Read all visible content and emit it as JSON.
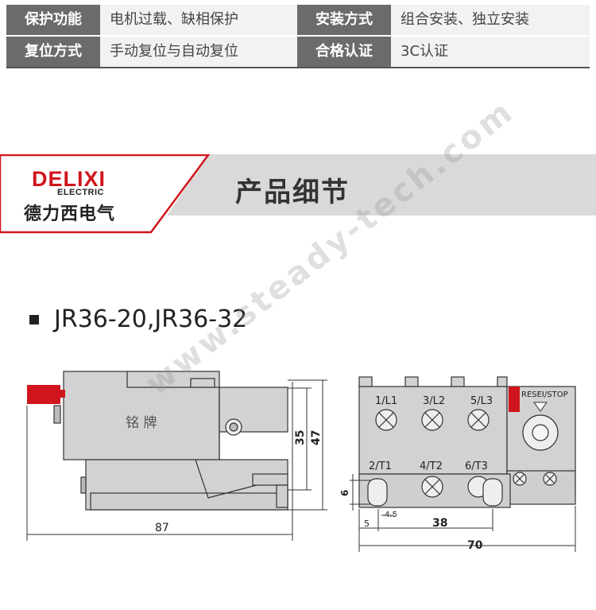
{
  "spec_table": {
    "rows": [
      {
        "label1": "保护功能",
        "value1": "电机过载、缺相保护",
        "label2": "安装方式",
        "value2": "组合安装、独立安装"
      },
      {
        "label1": "复位方式",
        "value1": "手动复位与自动复位",
        "label2": "合格认证",
        "value2": "3C认证"
      }
    ]
  },
  "banner": {
    "brand_name": "DELIXI",
    "brand_sub": "ELECTRIC",
    "brand_cn": "德力西电气",
    "title": "产品细节"
  },
  "model": {
    "text": "JR36-20,JR36-32"
  },
  "drawing": {
    "nameplate_text": "铭 牌",
    "terminals_top": [
      "1/L1",
      "3/L2",
      "5/L3"
    ],
    "terminals_bottom": [
      "2/T1",
      "4/T2",
      "6/T3"
    ],
    "reset_label": "RESEI/STOP",
    "dimensions": {
      "width_side": "87",
      "height_35": "35",
      "height_47": "47",
      "d6": "6",
      "d5": "5",
      "d4_5": "4.5",
      "d38": "38",
      "d70": "70"
    }
  },
  "watermark": "www.steady-tech.com",
  "colors": {
    "label_bg": "#6b6b6b",
    "value_bg": "#f2f2f2",
    "brand_red": "#d0151c",
    "banner_gray": "#d9d9d9",
    "reset_red": "#d0151c"
  }
}
